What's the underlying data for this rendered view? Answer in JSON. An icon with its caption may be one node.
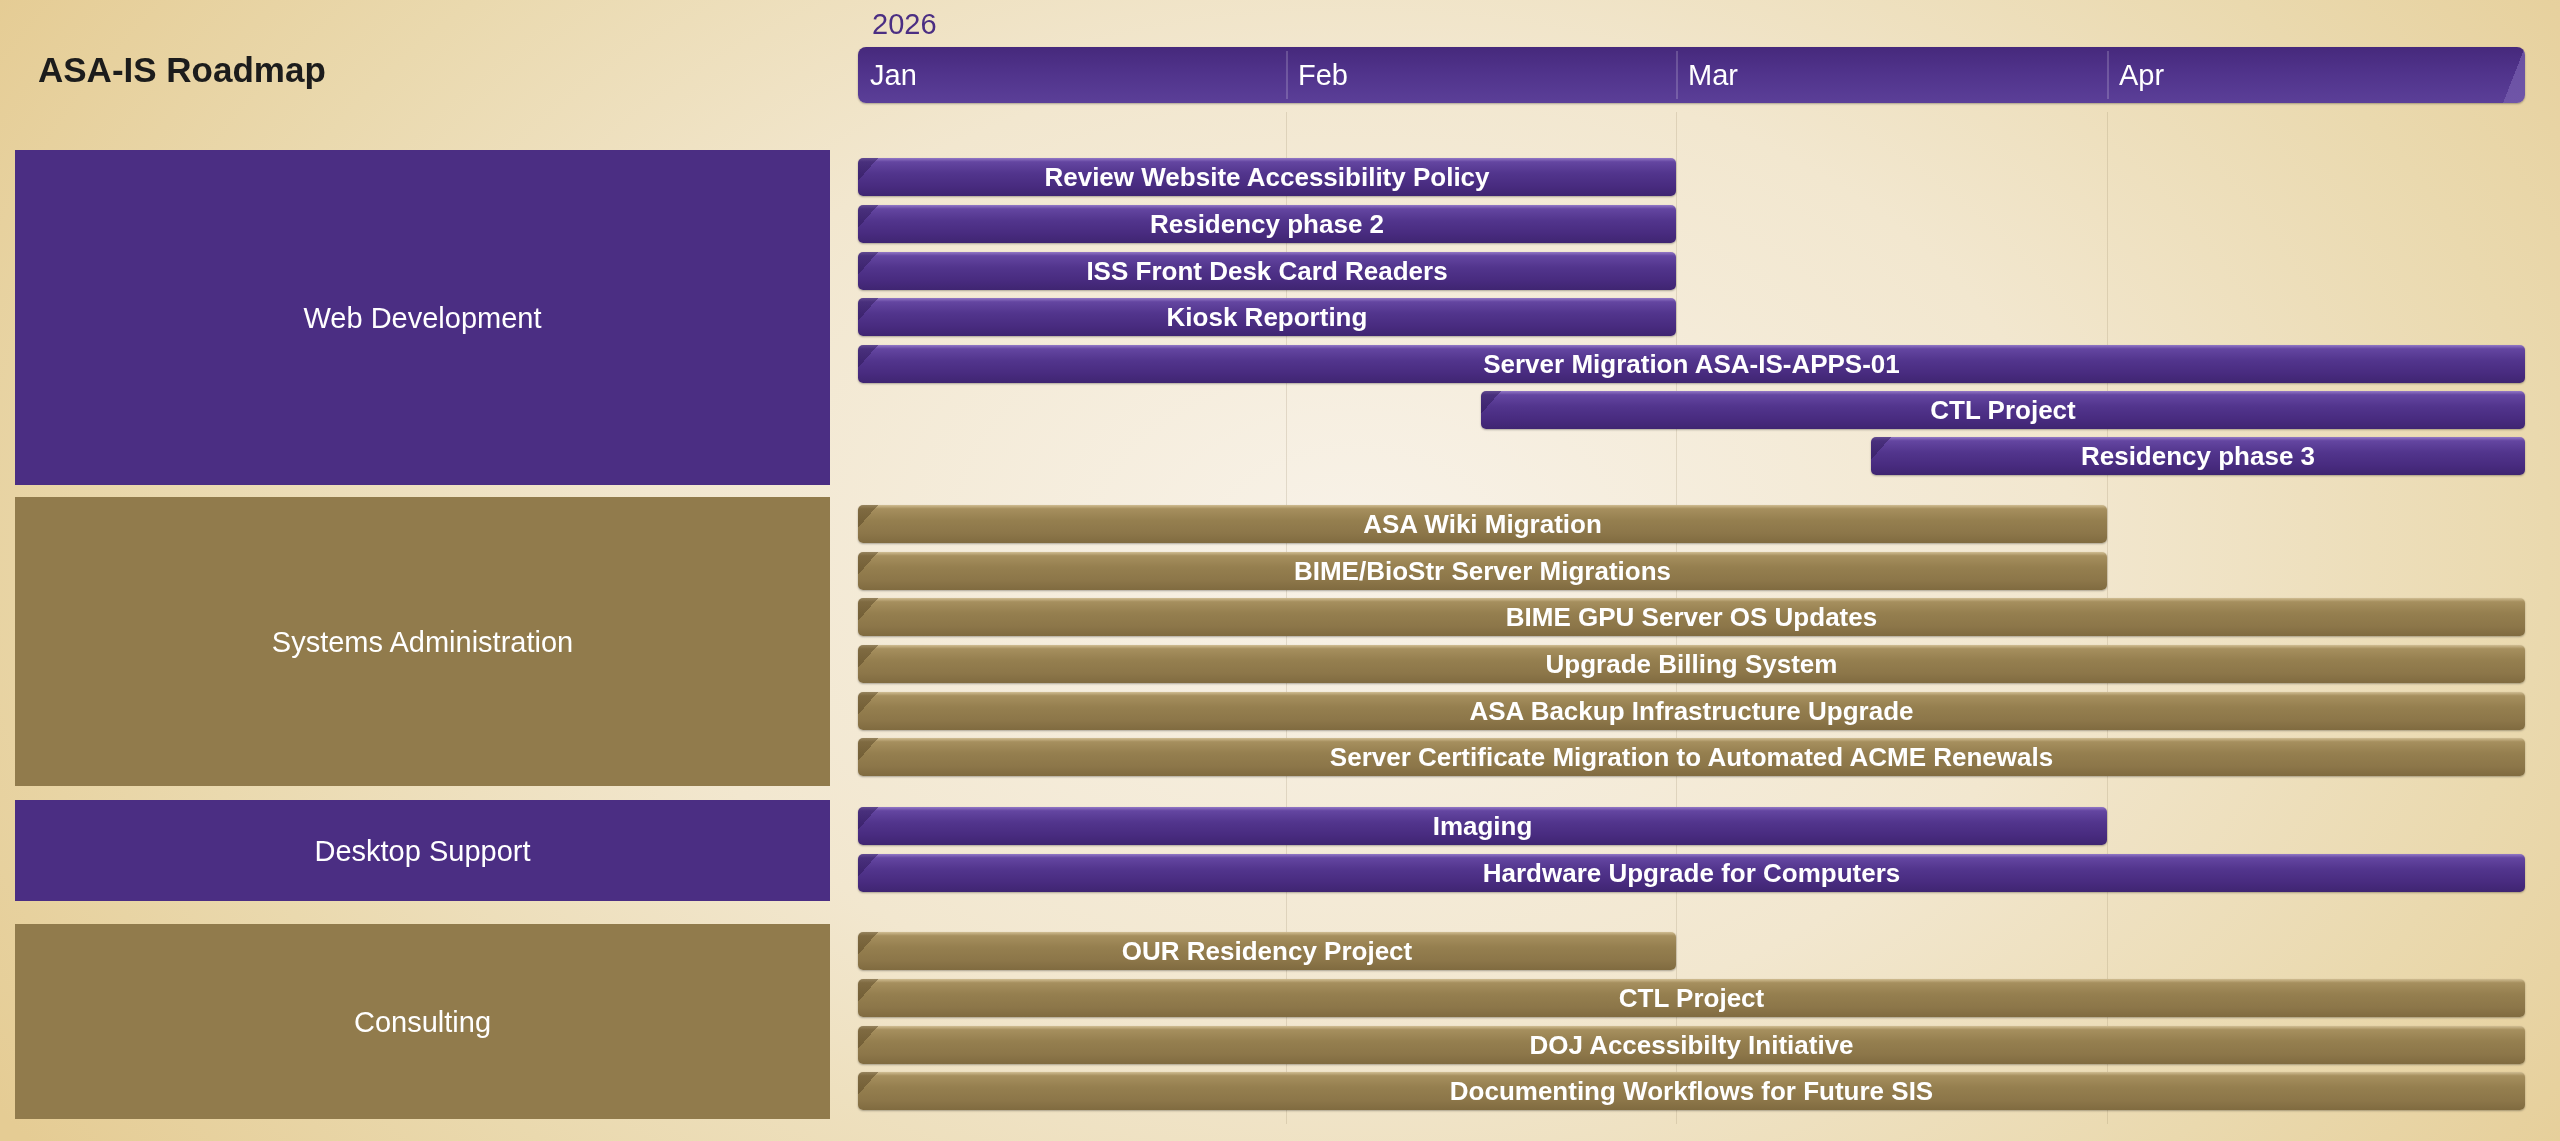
{
  "diagram": {
    "title": "ASA-IS Roadmap",
    "nodes": [
      {
        "text": [
          "Jan",
          "Feb",
          "Mar",
          "Apr"
        ],
        "beside": [
          "2026"
        ]
      },
      {
        "text": [
          "Web Development"
        ]
      },
      {
        "text": [
          "Review Website Accessibility Policy"
        ]
      },
      {
        "text": [
          "Residency phase 2"
        ]
      },
      {
        "text": [
          "ISS Front Desk Card Readers"
        ]
      },
      {
        "text": [
          "Kiosk Reporting"
        ]
      },
      {
        "text": [
          "Server Migration ASA-IS-APPS-01"
        ]
      },
      {
        "text": [
          "CTL Project"
        ]
      },
      {
        "text": [
          "Residency phase 3"
        ]
      },
      {
        "text": [
          "Systems Administration"
        ]
      },
      {
        "text": [
          "ASA Wiki Migration"
        ]
      },
      {
        "text": [
          "BIME/BioStr Server Migrations"
        ]
      },
      {
        "text": [
          "BIME GPU Server OS Updates"
        ]
      },
      {
        "text": [
          "Upgrade Billing System"
        ]
      },
      {
        "text": [
          "ASA Backup Infrastructure Upgrade"
        ]
      },
      {
        "text": [
          "Server Certificate Migration to Automated ACME Renewals"
        ]
      },
      {
        "text": [
          "Desktop Support"
        ]
      },
      {
        "text": [
          "Imaging"
        ]
      },
      {
        "text": [
          "Hardware Upgrade for Computers"
        ]
      },
      {
        "text": [
          "Consulting"
        ]
      },
      {
        "text": [
          "OUR Residency Project"
        ]
      },
      {
        "text": [
          "CTL Project"
        ]
      },
      {
        "text": [
          "DOJ Accessibilty Initiative"
        ]
      },
      {
        "text": [
          "Documenting Workflows for Future SIS"
        ]
      }
    ]
  }
}
